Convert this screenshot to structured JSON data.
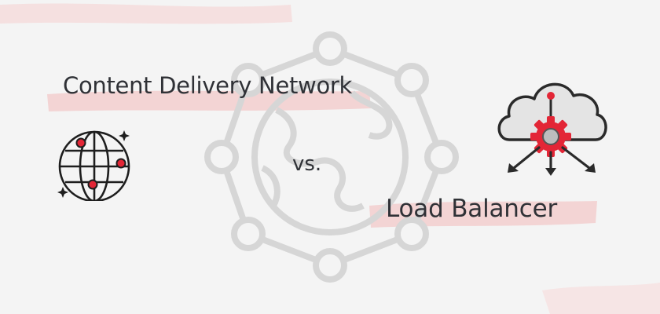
{
  "headline": {
    "left_term": "Content Delivery Network",
    "connector": "vs.",
    "right_term": "Load Balancer"
  },
  "icons": {
    "background": "network-globe-icon",
    "left": "globe-pins-icon",
    "right": "cloud-gear-icon"
  },
  "colors": {
    "accent": "#e32636",
    "text": "#2f3136",
    "watermark": "#d8d8d8",
    "highlight": "#f3c9c9",
    "cloud": "#e4e4e4"
  }
}
